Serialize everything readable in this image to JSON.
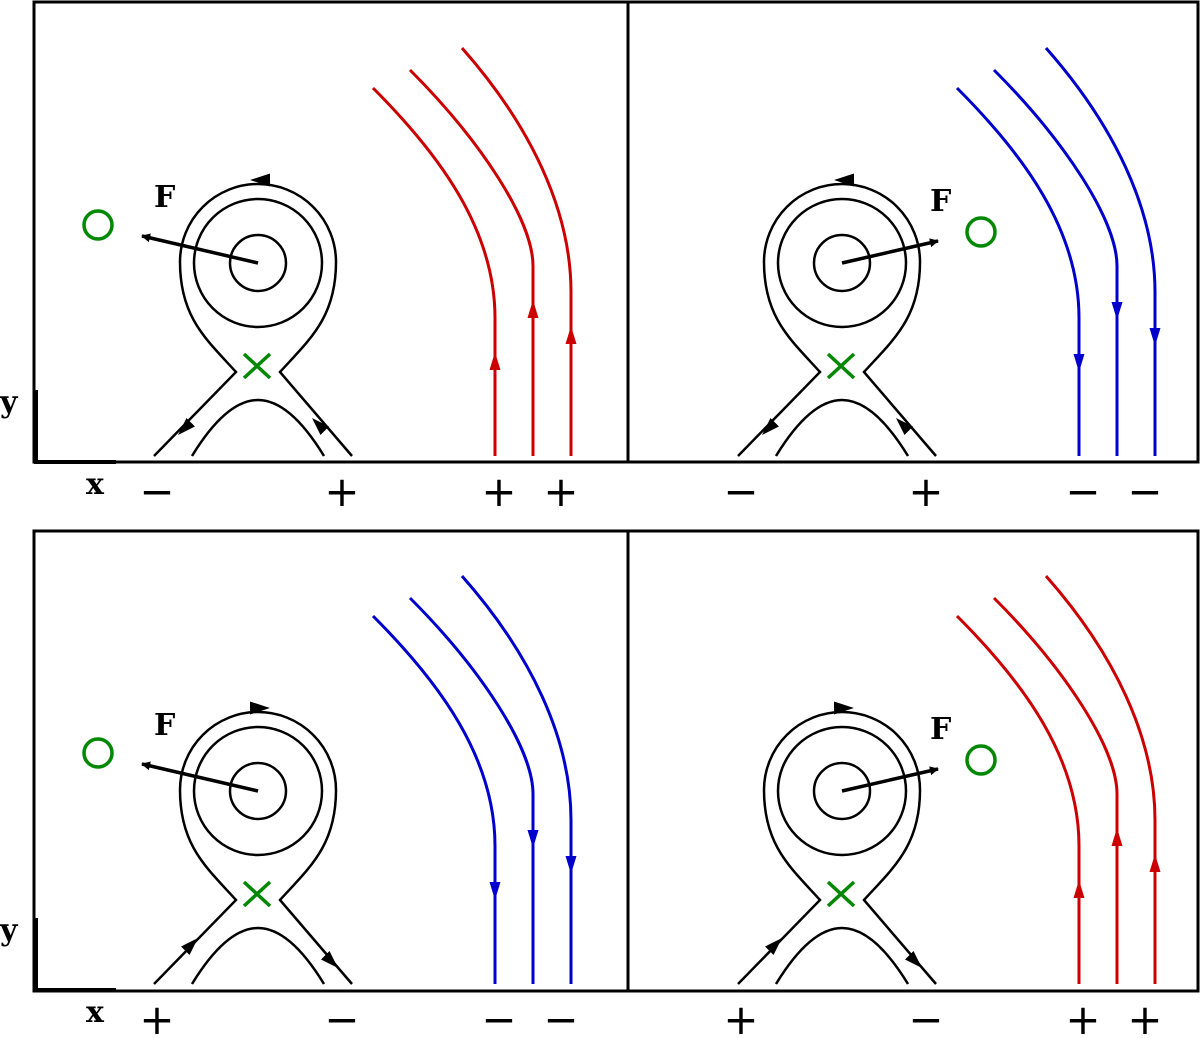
{
  "labels": {
    "force": "F",
    "x_axis": "x",
    "y_axis": "y"
  },
  "colors": {
    "red": "#cc0000",
    "blue": "#0000cc",
    "green": "#008800",
    "black": "#000000"
  },
  "panels": [
    {
      "id": "top-left",
      "loop_arrow": "ccw",
      "field_color": "red",
      "field_dir": "up",
      "force_dir": "left",
      "signs": [
        "−",
        "+",
        "+",
        "+"
      ]
    },
    {
      "id": "top-right",
      "loop_arrow": "ccw",
      "field_color": "blue",
      "field_dir": "down",
      "force_dir": "right",
      "signs": [
        "−",
        "+",
        "−",
        "−"
      ]
    },
    {
      "id": "bottom-left",
      "loop_arrow": "cw",
      "field_color": "blue",
      "field_dir": "down",
      "force_dir": "left",
      "signs": [
        "+",
        "−",
        "−",
        "−"
      ]
    },
    {
      "id": "bottom-right",
      "loop_arrow": "cw",
      "field_color": "red",
      "field_dir": "up",
      "force_dir": "right",
      "signs": [
        "+",
        "−",
        "+",
        "+"
      ]
    }
  ]
}
